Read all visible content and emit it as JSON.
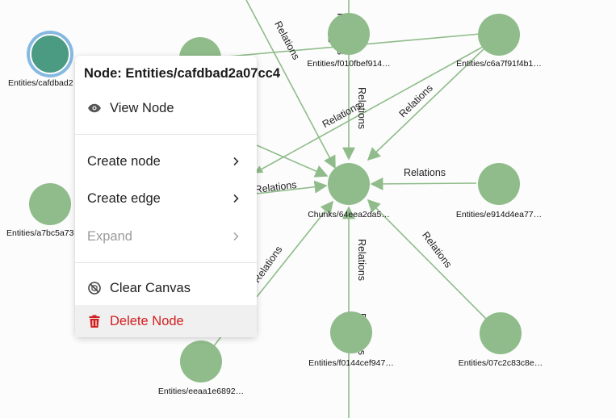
{
  "graph": {
    "edge_label": "Relations",
    "nodes": {
      "cafdbad": "Entities/cafdbad2",
      "f010fbef": "Entities/f010fbef914…",
      "c6a7f91f": "Entities/c6a7f91f4b1…",
      "a7bc5a73": "Entities/a7bc5a73",
      "chunks": "Chunks/64eea2da5…",
      "e914d4ea": "Entities/e914d4ea77…",
      "f0144cef": "Entities/f0144cef947…",
      "07c2c83c": "Entities/07c2c83c8e…",
      "eeaa1e68": "Entities/eeaa1e6892…"
    },
    "colors": {
      "node": "#8fbc8a",
      "selected_node": "#4b9a82",
      "selected_ring": "#86b9e0",
      "edge": "#8fbc8a"
    }
  },
  "context_menu": {
    "title": "Node: Entities/cafdbad2a07cc4",
    "view_node": "View Node",
    "create_node": "Create node",
    "create_edge": "Create edge",
    "expand": "Expand",
    "clear_canvas": "Clear Canvas",
    "delete_node": "Delete Node",
    "icons": {
      "view_node": "eye-icon",
      "clear_canvas": "clear-canvas-icon",
      "delete_node": "trash-icon",
      "submenu": "chevron-right-icon"
    }
  }
}
